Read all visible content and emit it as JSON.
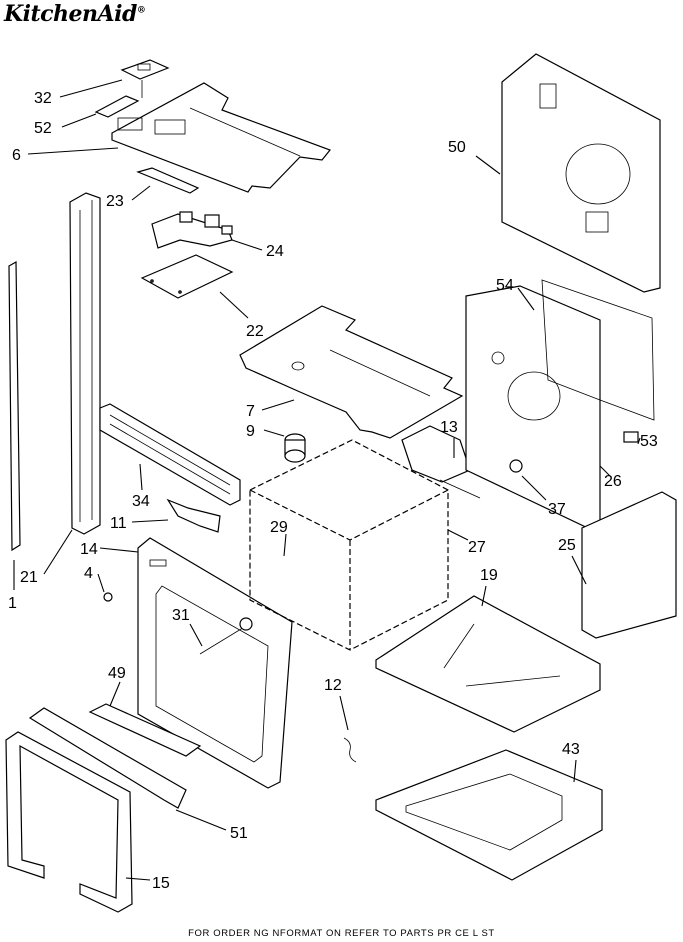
{
  "brand": {
    "logo_text": "KitchenAid",
    "reg_mark": "®"
  },
  "footer_note": "FOR ORDER NG  NFORMAT ON REFER TO PARTS PR CE L ST",
  "callouts": {
    "c1": "1",
    "c4": "4",
    "c6": "6",
    "c7": "7",
    "c9": "9",
    "c11": "11",
    "c12": "12",
    "c13": "13",
    "c14": "14",
    "c15": "15",
    "c19": "19",
    "c21": "21",
    "c22": "22",
    "c23": "23",
    "c24": "24",
    "c25": "25",
    "c26": "26",
    "c27": "27",
    "c29": "29",
    "c31": "31",
    "c32": "32",
    "c34": "34",
    "c37": "37",
    "c43": "43",
    "c49": "49",
    "c50": "50",
    "c51": "51",
    "c52": "52",
    "c53": "53",
    "c54": "54"
  }
}
